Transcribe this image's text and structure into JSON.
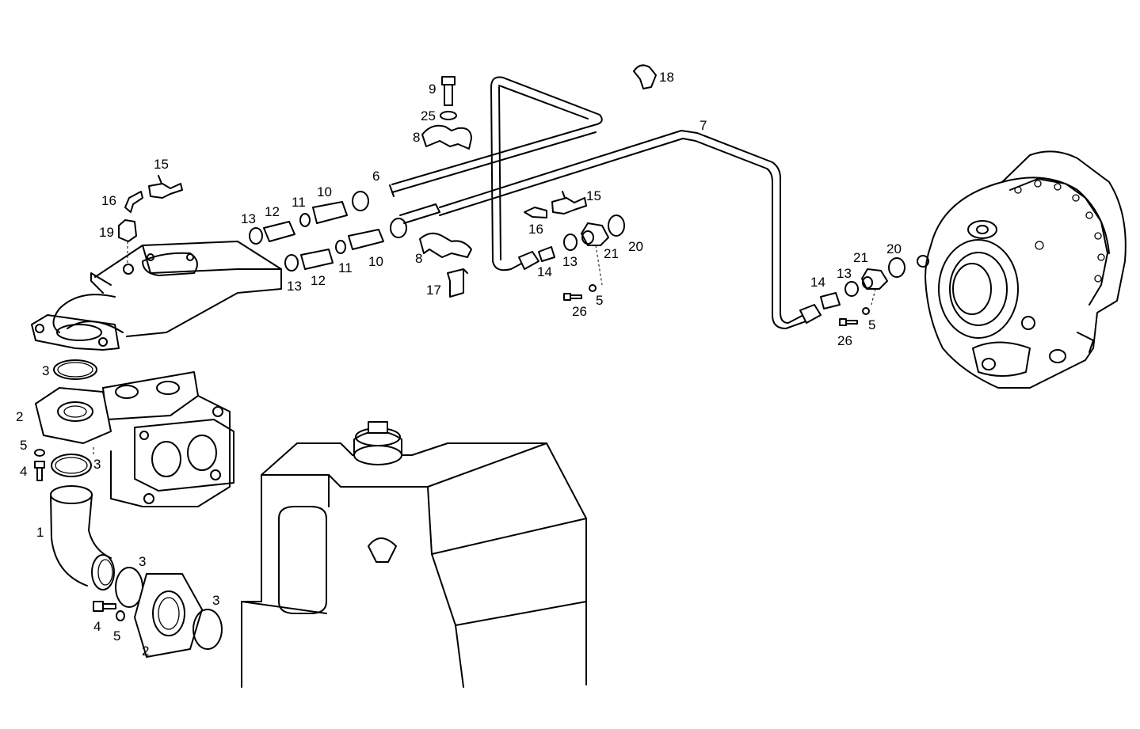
{
  "callouts": [
    {
      "id": "c1",
      "text": "1"
    },
    {
      "id": "c2a",
      "text": "2"
    },
    {
      "id": "c2b",
      "text": "2"
    },
    {
      "id": "c3a",
      "text": "3"
    },
    {
      "id": "c3b",
      "text": "3"
    },
    {
      "id": "c3c",
      "text": "3"
    },
    {
      "id": "c3d",
      "text": "3"
    },
    {
      "id": "c4a",
      "text": "4"
    },
    {
      "id": "c4b",
      "text": "4"
    },
    {
      "id": "c5a",
      "text": "5"
    },
    {
      "id": "c5b",
      "text": "5"
    },
    {
      "id": "c5c",
      "text": "5"
    },
    {
      "id": "c5d",
      "text": "5"
    },
    {
      "id": "c6",
      "text": "6"
    },
    {
      "id": "c7",
      "text": "7"
    },
    {
      "id": "c8a",
      "text": "8"
    },
    {
      "id": "c8b",
      "text": "8"
    },
    {
      "id": "c9",
      "text": "9"
    },
    {
      "id": "c10a",
      "text": "10"
    },
    {
      "id": "c10b",
      "text": "10"
    },
    {
      "id": "c11a",
      "text": "11"
    },
    {
      "id": "c11b",
      "text": "11"
    },
    {
      "id": "c12a",
      "text": "12"
    },
    {
      "id": "c12b",
      "text": "12"
    },
    {
      "id": "c13a",
      "text": "13"
    },
    {
      "id": "c13b",
      "text": "13"
    },
    {
      "id": "c13c",
      "text": "13"
    },
    {
      "id": "c13d",
      "text": "13"
    },
    {
      "id": "c14a",
      "text": "14"
    },
    {
      "id": "c14b",
      "text": "14"
    },
    {
      "id": "c15a",
      "text": "15"
    },
    {
      "id": "c15b",
      "text": "15"
    },
    {
      "id": "c16a",
      "text": "16"
    },
    {
      "id": "c16b",
      "text": "16"
    },
    {
      "id": "c17",
      "text": "17"
    },
    {
      "id": "c18",
      "text": "18"
    },
    {
      "id": "c19",
      "text": "19"
    },
    {
      "id": "c20a",
      "text": "20"
    },
    {
      "id": "c20b",
      "text": "20"
    },
    {
      "id": "c21a",
      "text": "21"
    },
    {
      "id": "c21b",
      "text": "21"
    },
    {
      "id": "c25",
      "text": "25"
    },
    {
      "id": "c26a",
      "text": "26"
    },
    {
      "id": "c26b",
      "text": "26"
    }
  ]
}
